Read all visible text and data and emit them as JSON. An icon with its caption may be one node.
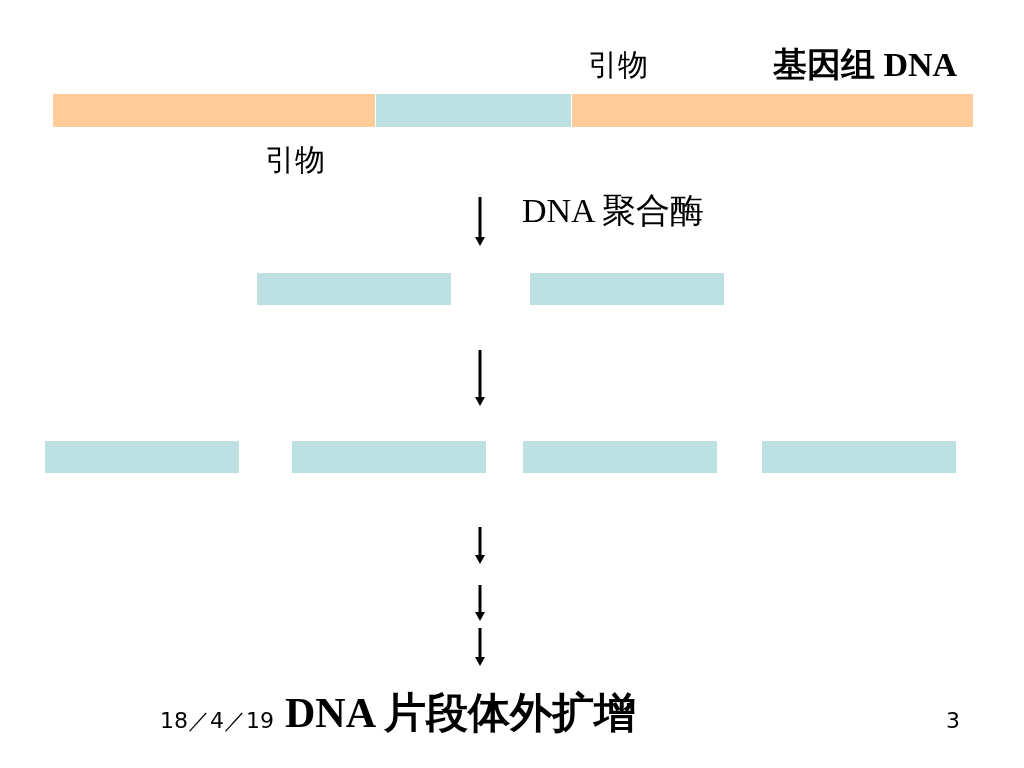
{
  "diagram": {
    "title": "DNA 片段体外扩增",
    "nodes": [
      {
        "text": [],
        "shape": "bar"
      },
      {
        "text": [],
        "shape": "bar"
      },
      {
        "text": [],
        "shape": "bar"
      },
      {
        "text": [],
        "shape": "bar"
      },
      {
        "text": [],
        "shape": "bar"
      },
      {
        "text": [],
        "shape": "bar"
      },
      {
        "text": [],
        "shape": "bar"
      },
      {
        "text": [],
        "shape": "bar"
      },
      {
        "text": [],
        "shape": "bar"
      }
    ],
    "labels": [
      "引物",
      "基因组 DNA",
      "引物",
      "DNA 聚合酶",
      "18／4／19",
      "3"
    ]
  }
}
